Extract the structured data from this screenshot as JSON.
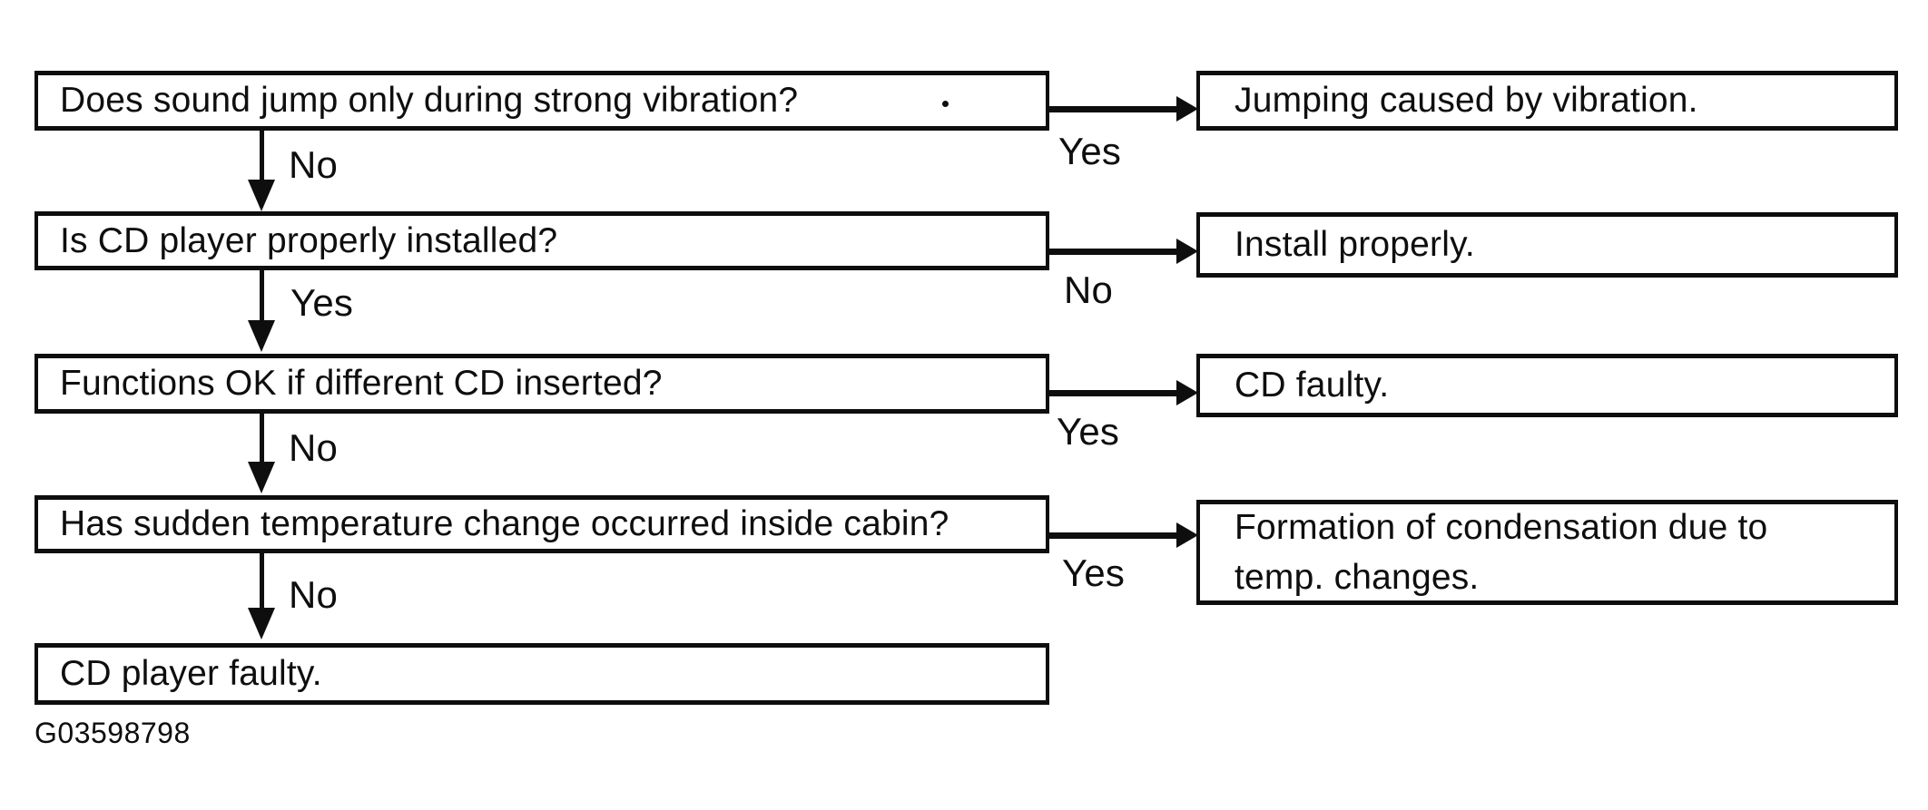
{
  "page": {
    "background_color": "#ffffff",
    "ink_color": "#0e0e0e"
  },
  "flow": {
    "steps": [
      {
        "question": "Does sound jump only during strong vibration?",
        "side_label": "Yes",
        "result": "Jumping caused by vibration.",
        "down_label": "No"
      },
      {
        "question": "Is CD player properly installed?",
        "side_label": "No",
        "result": "Install properly.",
        "down_label": "Yes"
      },
      {
        "question": "Functions OK if different CD inserted?",
        "side_label": "Yes",
        "result": "CD faulty.",
        "down_label": "No"
      },
      {
        "question": "Has sudden temperature change occurred inside cabin?",
        "side_label": "Yes",
        "result_lines": [
          "Formation of condensation due to",
          "temp. changes."
        ],
        "down_label": "No"
      }
    ],
    "final_result": "CD player faulty."
  },
  "figure_code": "G03598798"
}
